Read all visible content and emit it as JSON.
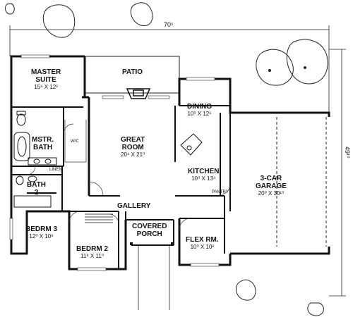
{
  "overall": {
    "width": "70⁵",
    "depth": "49¹⁰"
  },
  "rooms": {
    "patio": {
      "name": "PATIO"
    },
    "master_suite": {
      "name_l1": "MASTER",
      "name_l2": "SUITE",
      "size": "15⁶ X 12²"
    },
    "mstr_bath": {
      "name_l1": "MSTR.",
      "name_l2": "BATH"
    },
    "wic": {
      "name": "W/C"
    },
    "linen": {
      "name": "LINEN"
    },
    "bath2": {
      "name_l1": "BATH",
      "name_l2": "2"
    },
    "great_room": {
      "name_l1": "GREAT",
      "name_l2": "ROOM",
      "size": "20⁴ X 21⁰"
    },
    "dining": {
      "name": "DINING",
      "size": "10⁰ X 12⁶"
    },
    "kitchen": {
      "name": "KITCHEN",
      "size": "10⁰ X 13⁴"
    },
    "pantry": {
      "name": "PANTRY"
    },
    "garage": {
      "name_l1": "3-CAR",
      "name_l2": "GARAGE",
      "size": "20⁰ X 30¹⁰"
    },
    "gallery": {
      "name": "GALLERY"
    },
    "bedrm3": {
      "name": "BEDRM 3",
      "size": "12⁰ X 10⁸"
    },
    "bedrm2": {
      "name": "BEDRM 2",
      "size": "11⁸ X 11⁰"
    },
    "covered_porch": {
      "name_l1": "COVERED",
      "name_l2": "PORCH"
    },
    "flex_rm": {
      "name": "FLEX RM.",
      "size": "10⁰ X 10²"
    }
  },
  "icons": [
    "tree-icon",
    "fireplace-icon",
    "bathtub-icon",
    "toilet-icon",
    "sink-icon",
    "stairs-icon"
  ]
}
